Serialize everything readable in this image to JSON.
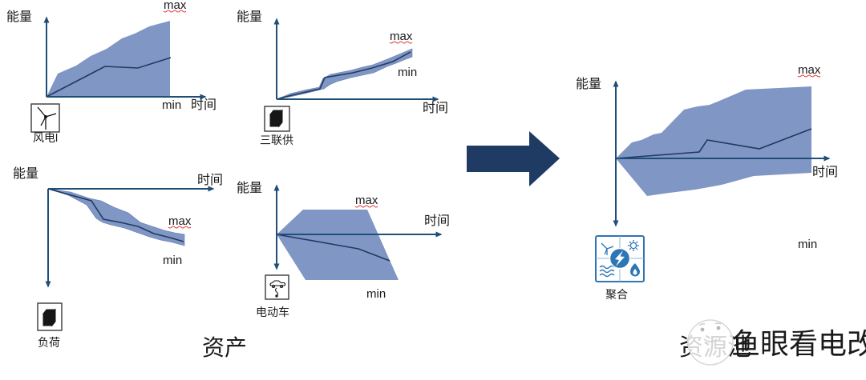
{
  "colors": {
    "band_fill": "#8096c4",
    "center_line": "#1f3a5f",
    "axis": "#1f4e79",
    "big_arrow": "#1f3b63",
    "spellcheck_underline": "#e03a3a",
    "aggregation_icon_blue": "#2e75b6",
    "watermark_gray": "#cdcdcd"
  },
  "charts": {
    "wind": {
      "y_axis": "能量",
      "x_axis": "时间",
      "max": "max",
      "min": "min",
      "label": "风电l"
    },
    "chp": {
      "y_axis": "能量",
      "x_axis": "时间",
      "max": "max",
      "min": "min",
      "label": "三联供"
    },
    "load": {
      "y_axis": "能量",
      "x_axis": "时间",
      "max": "max",
      "min": "min",
      "label": "负荷"
    },
    "ev": {
      "y_axis": "能量",
      "x_axis": "时间",
      "max": "max",
      "min": "min",
      "label": "电动车"
    },
    "pool": {
      "y_axis": "能量",
      "x_axis": "时间",
      "max": "max",
      "min": "min",
      "label": "聚合"
    }
  },
  "group_labels": {
    "assets": "资产",
    "pool": "资源池"
  },
  "watermark": {
    "text": "鱼眼看电改"
  }
}
